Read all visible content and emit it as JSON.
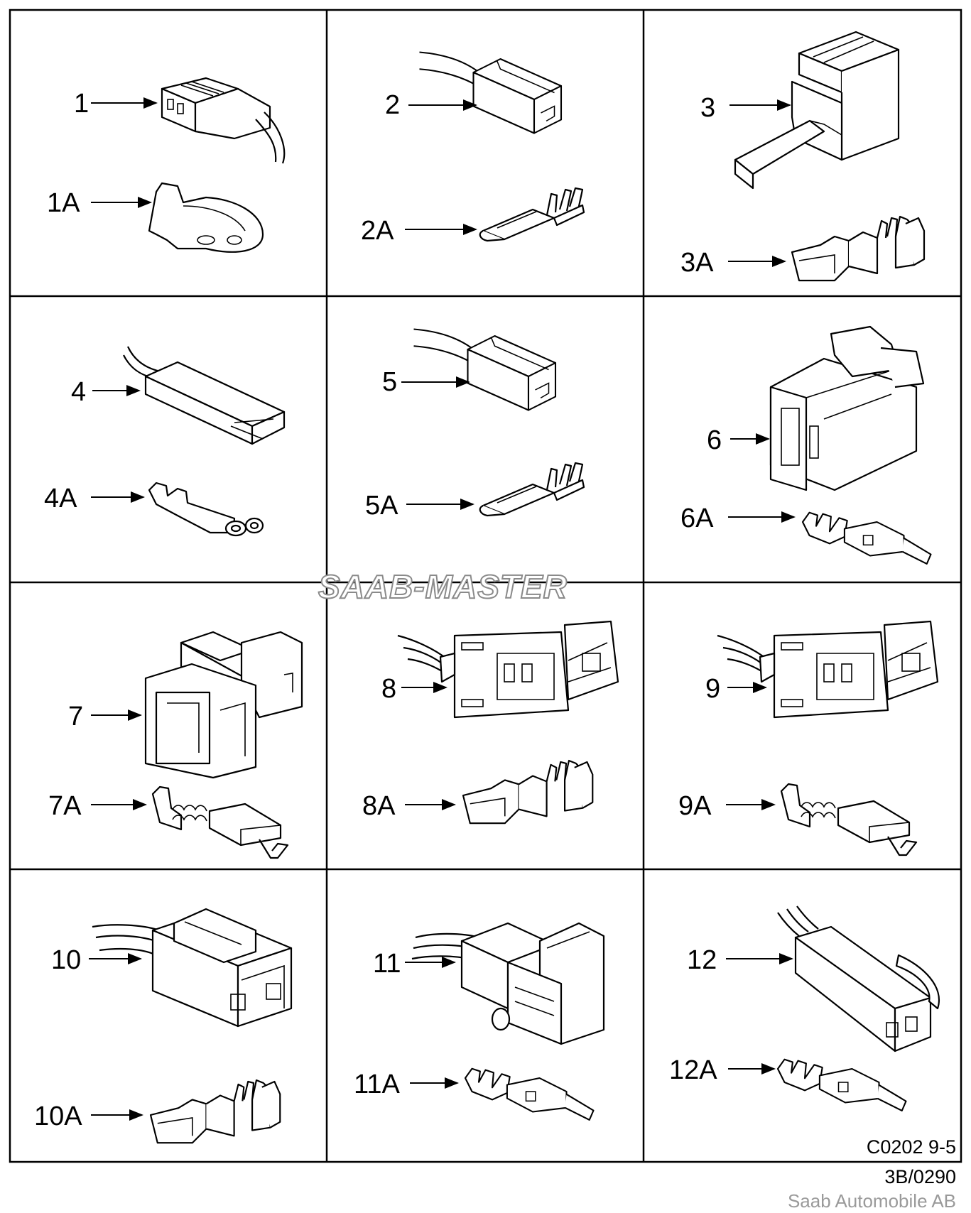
{
  "watermark": "SAAB-MASTER",
  "figure_code": "C0202 9-5",
  "page_ref": "3B/0290",
  "publisher": "Saab Automobile AB",
  "cells": [
    {
      "connector": "1",
      "terminal": "1A"
    },
    {
      "connector": "2",
      "terminal": "2A"
    },
    {
      "connector": "3",
      "terminal": "3A"
    },
    {
      "connector": "4",
      "terminal": "4A"
    },
    {
      "connector": "5",
      "terminal": "5A"
    },
    {
      "connector": "6",
      "terminal": "6A"
    },
    {
      "connector": "7",
      "terminal": "7A"
    },
    {
      "connector": "8",
      "terminal": "8A"
    },
    {
      "connector": "9",
      "terminal": "9A"
    },
    {
      "connector": "10",
      "terminal": "10A"
    },
    {
      "connector": "11",
      "terminal": "11A"
    },
    {
      "connector": "12",
      "terminal": "12A"
    }
  ]
}
